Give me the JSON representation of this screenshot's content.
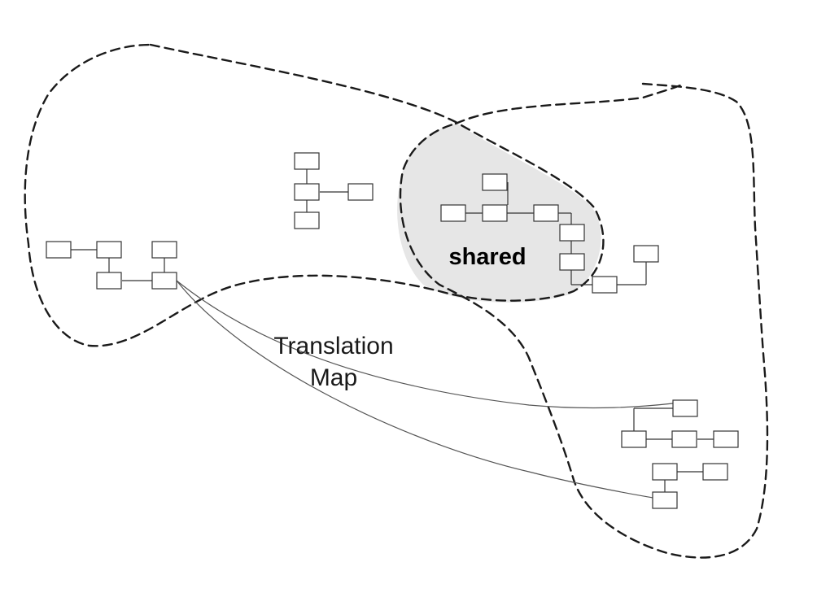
{
  "diagram": {
    "shared_label": "shared",
    "translation_map_label": {
      "line1": "Translation",
      "line2": "Map"
    }
  }
}
